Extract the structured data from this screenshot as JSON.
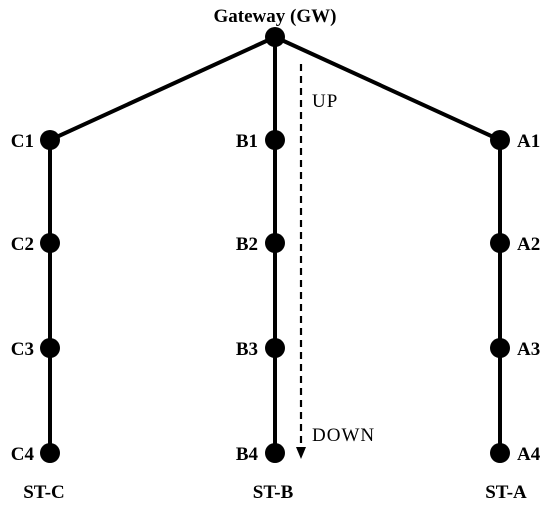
{
  "gateway": {
    "label": "Gateway (GW)"
  },
  "branches": [
    {
      "id": "c",
      "label": "ST-C",
      "nodes": [
        "C1",
        "C2",
        "C3",
        "C4"
      ]
    },
    {
      "id": "b",
      "label": "ST-B",
      "nodes": [
        "B1",
        "B2",
        "B3",
        "B4"
      ]
    },
    {
      "id": "a",
      "label": "ST-A",
      "nodes": [
        "A1",
        "A2",
        "A3",
        "A4"
      ]
    }
  ],
  "direction": {
    "up_label": "UP",
    "down_label": "DOWN"
  },
  "colors": {
    "line": "#000000",
    "node": "#000000",
    "background": "#ffffff"
  }
}
